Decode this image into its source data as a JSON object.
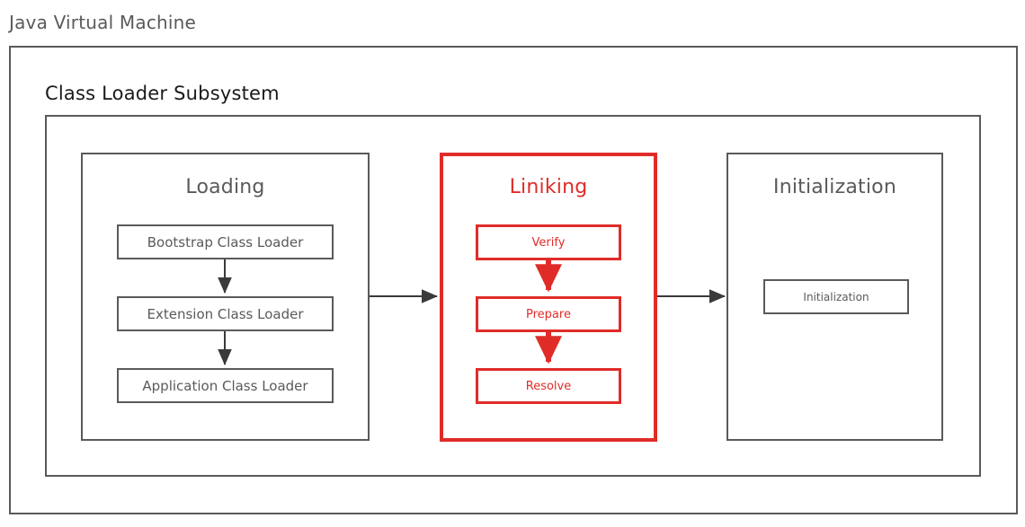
{
  "diagram": {
    "title": "Java Virtual Machine",
    "subsystem_title": "Class Loader Subsystem",
    "colors": {
      "outline": "#5a5a5a",
      "text_dark": "#1a1a1a",
      "accent_red": "#e02c28",
      "background": "#ffffff"
    },
    "panels": [
      {
        "id": "loading",
        "title": "Loading",
        "highlighted": false,
        "nodes": [
          {
            "label": "Bootstrap Class Loader"
          },
          {
            "label": "Extension Class Loader"
          },
          {
            "label": "Application Class Loader"
          }
        ]
      },
      {
        "id": "linking",
        "title": "Liniking",
        "highlighted": true,
        "nodes": [
          {
            "label": "Verify"
          },
          {
            "label": "Prepare"
          },
          {
            "label": "Resolve"
          }
        ]
      },
      {
        "id": "initialization",
        "title": "Initialization",
        "highlighted": false,
        "nodes": [
          {
            "label": "Initialization"
          }
        ]
      }
    ],
    "connectors": [
      {
        "from": "loading",
        "to": "linking",
        "color": "#5a5a5a"
      },
      {
        "from": "linking",
        "to": "initialization",
        "color": "#5a5a5a"
      }
    ],
    "internal_flows": [
      {
        "panel": "loading",
        "from": "Bootstrap Class Loader",
        "to": "Extension Class Loader",
        "color": "#3a3a3a"
      },
      {
        "panel": "loading",
        "from": "Extension Class Loader",
        "to": "Application Class Loader",
        "color": "#3a3a3a"
      },
      {
        "panel": "linking",
        "from": "Verify",
        "to": "Prepare",
        "color": "#e02c28"
      },
      {
        "panel": "linking",
        "from": "Prepare",
        "to": "Resolve",
        "color": "#e02c28"
      }
    ]
  }
}
